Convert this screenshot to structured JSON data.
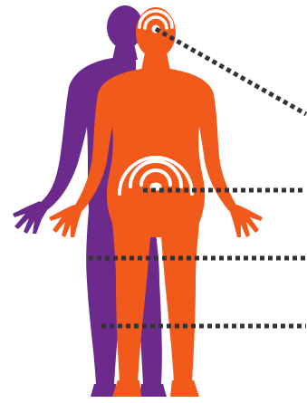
{
  "figure": {
    "colors": {
      "background": "#ffffff",
      "back_figure": "#6b2a8c",
      "front_figure": "#f25a1c",
      "rings": "#ffffff",
      "leader_lines": "#333333"
    },
    "icons": {
      "head_marker": "concentric-rings-icon",
      "pelvis_marker": "concentric-rings-icon"
    },
    "callouts": [
      {
        "id": "head"
      },
      {
        "id": "pelvis"
      },
      {
        "id": "thigh"
      },
      {
        "id": "calf"
      }
    ]
  }
}
